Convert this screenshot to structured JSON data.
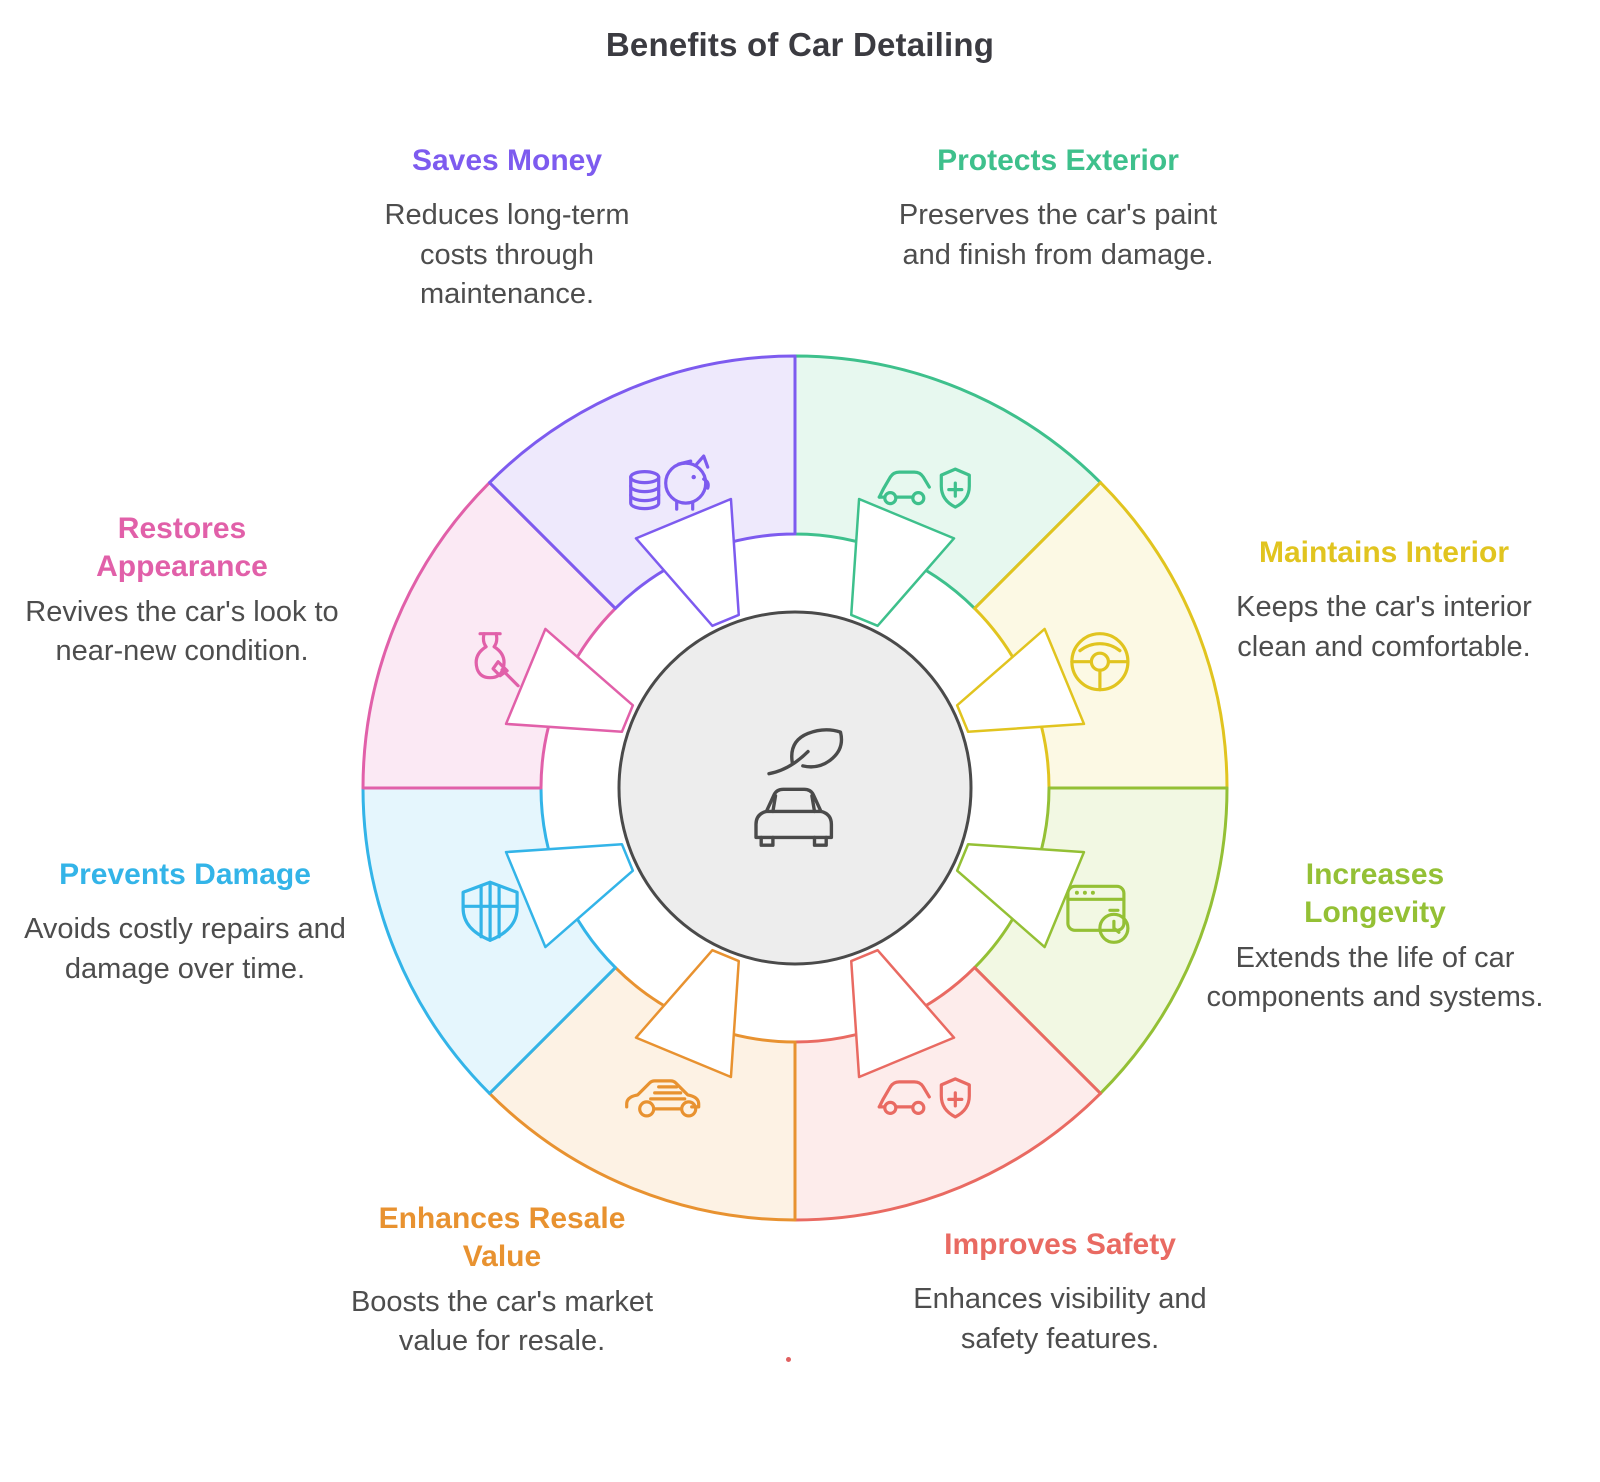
{
  "title": "Benefits of Car Detailing",
  "center": {
    "icon": "eco-car-icon",
    "fill": "#ededed",
    "stroke": "#4a4a4a"
  },
  "segments": [
    {
      "id": "protects-exterior",
      "label": "Protects Exterior",
      "description": "Preserves the car's paint and finish from damage.",
      "color": "#3ec08c",
      "fill": "#e7f8ef",
      "icon": "car-shield-icon"
    },
    {
      "id": "maintains-interior",
      "label": "Maintains Interior",
      "description": "Keeps the car's interior clean and comfortable.",
      "color": "#e1c41f",
      "fill": "#fcf9e4",
      "icon": "steering-wheel-icon"
    },
    {
      "id": "increases-longevity",
      "label": "Increases Longevity",
      "description": "Extends the life of car components and systems.",
      "color": "#94c035",
      "fill": "#f2f8e3",
      "icon": "calendar-timer-icon"
    },
    {
      "id": "improves-safety",
      "label": "Improves Safety",
      "description": "Enhances visibility and safety features.",
      "color": "#e96a62",
      "fill": "#fdeceb",
      "icon": "car-safety-icon"
    },
    {
      "id": "enhances-resale-value",
      "label": "Enhances Resale Value",
      "description": "Boosts the car's market value for resale.",
      "color": "#e89230",
      "fill": "#fdf2e4",
      "icon": "sports-car-icon"
    },
    {
      "id": "prevents-damage",
      "label": "Prevents Damage",
      "description": "Avoids costly repairs and damage over time.",
      "color": "#33b4e8",
      "fill": "#e5f6fd",
      "icon": "shield-icon"
    },
    {
      "id": "restores-appearance",
      "label": "Restores Appearance",
      "description": "Revives the car's look to near-new condition.",
      "color": "#e160a9",
      "fill": "#fbe9f4",
      "icon": "vase-brush-icon"
    },
    {
      "id": "saves-money",
      "label": "Saves Money",
      "description": "Reduces long-term costs through maintenance.",
      "color": "#7d5bef",
      "fill": "#eee9fc",
      "icon": "piggy-bank-icon"
    }
  ],
  "artifact": {
    "dot_color": "#e06060"
  }
}
